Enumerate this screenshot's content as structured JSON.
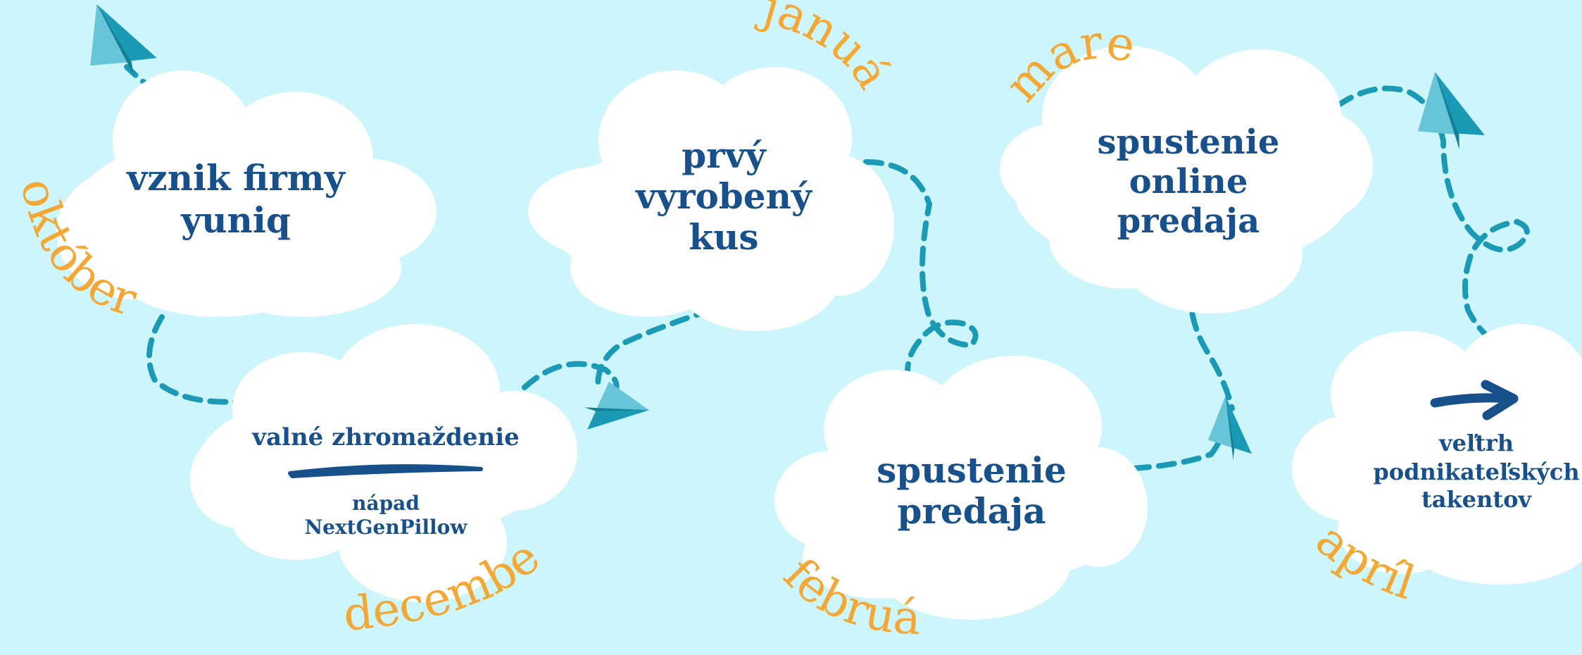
{
  "milestones": {
    "m1": {
      "lines": [
        "vznik firmy",
        "yuniq"
      ]
    },
    "m2": {
      "lines": [
        "valné zhromaždenie"
      ],
      "sub": [
        "nápad",
        "NextGenPillow"
      ]
    },
    "m3": {
      "lines": [
        "prvý",
        "vyrobený",
        "kus"
      ]
    },
    "m4": {
      "lines": [
        "spustenie",
        "predaja"
      ]
    },
    "m5": {
      "lines": [
        "spustenie",
        "online",
        "predaja"
      ]
    },
    "m6": {
      "lines": [
        "veľtrh",
        "podnikateľských",
        "takentov"
      ]
    }
  },
  "months": {
    "oktober": "október",
    "december": "december",
    "januar": "január",
    "februar": "február",
    "marec": "marec",
    "april": "apríl"
  },
  "colors": {
    "background": "#cdf5fc",
    "cloud": "#ffffff",
    "text": "#17508a",
    "month": "#f5a733",
    "path": "#1b9ab5",
    "plane": "#1b9ab5"
  },
  "icons": [
    "paper-plane-icon",
    "arrow-right-icon",
    "brush-stroke-icon",
    "cloud-icon"
  ]
}
